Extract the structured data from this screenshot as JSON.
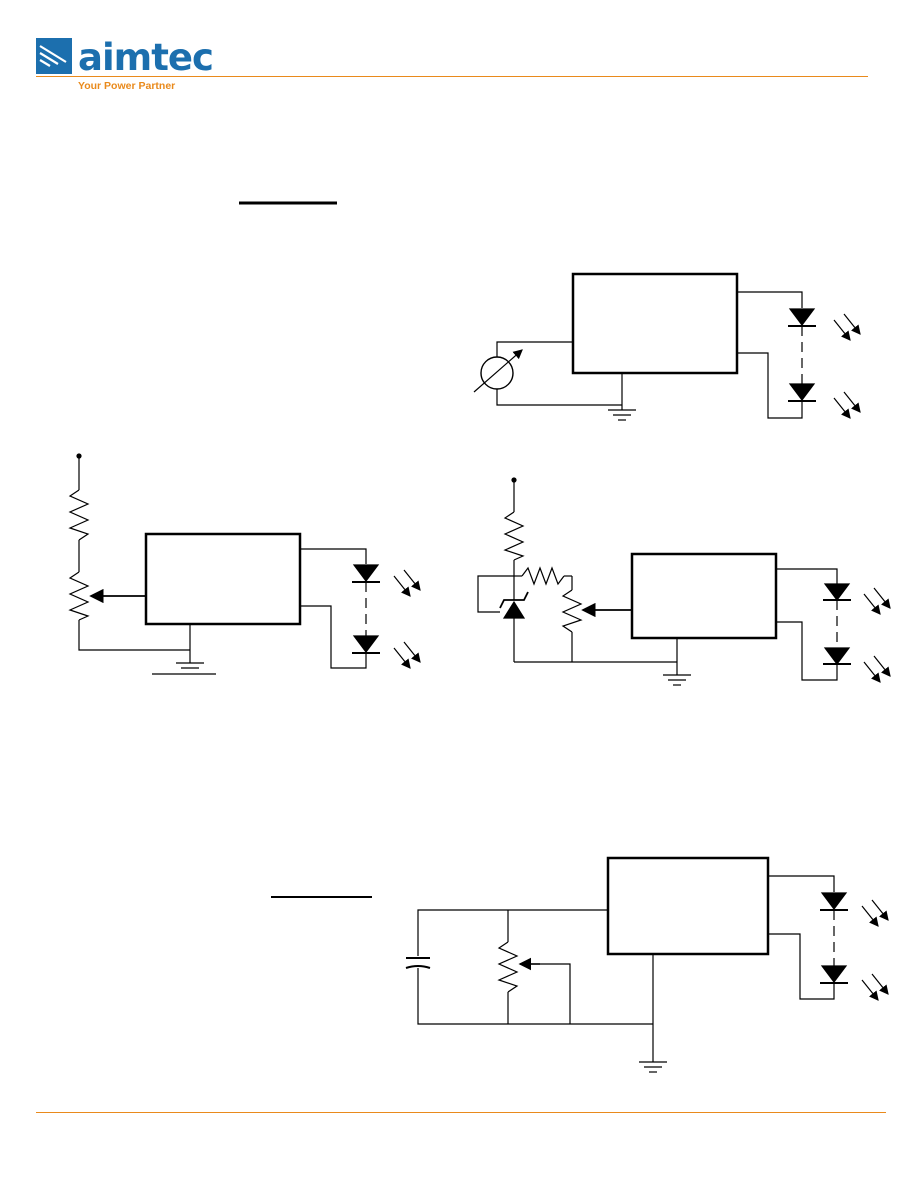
{
  "brand": {
    "name": "aimtec",
    "tagline": "Your Power Partner",
    "primary_color": "#1c6fae",
    "accent_color": "#e98a1c"
  },
  "diagrams": [
    "led-driver-with-voltage-source-dimming",
    "led-driver-with-potentiometer-dimming",
    "led-driver-with-zener-reference-dimming",
    "led-driver-with-capacitor-potentiometer-dimming"
  ]
}
